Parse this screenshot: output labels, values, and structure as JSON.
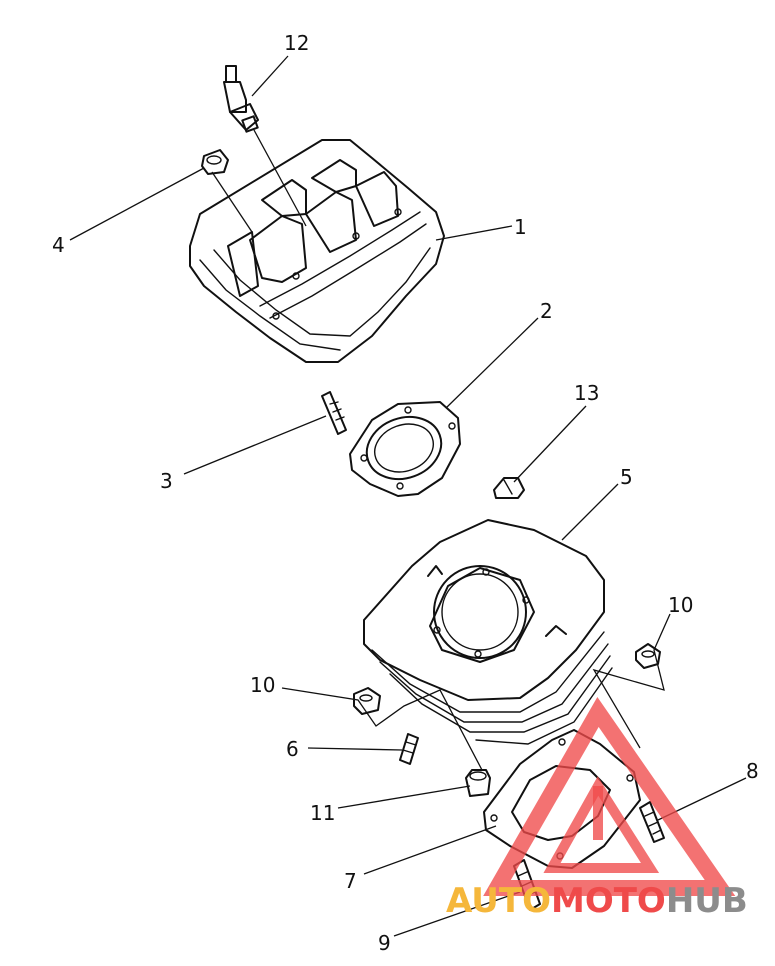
{
  "callouts": [
    {
      "id": "1",
      "label": "1"
    },
    {
      "id": "2",
      "label": "2"
    },
    {
      "id": "3",
      "label": "3"
    },
    {
      "id": "4",
      "label": "4"
    },
    {
      "id": "5",
      "label": "5"
    },
    {
      "id": "6",
      "label": "6"
    },
    {
      "id": "7",
      "label": "7"
    },
    {
      "id": "8",
      "label": "8"
    },
    {
      "id": "9",
      "label": "9"
    },
    {
      "id": "10a",
      "label": "10"
    },
    {
      "id": "10b",
      "label": "10"
    },
    {
      "id": "11",
      "label": "11"
    },
    {
      "id": "12",
      "label": "12"
    },
    {
      "id": "13",
      "label": "13"
    }
  ],
  "watermark": {
    "part1": "AUTO",
    "part2": "MOTO",
    "part3": "HUB",
    "colors": {
      "auto": "#f5b73b",
      "moto": "#ef4a4a",
      "hub": "#8c8c8c"
    }
  }
}
